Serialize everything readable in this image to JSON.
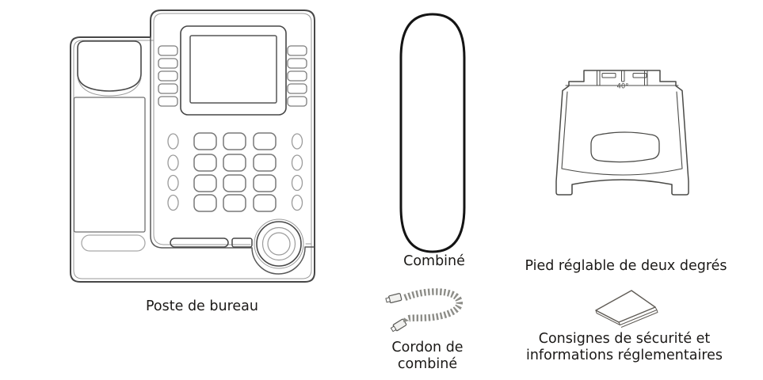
{
  "figure_type": "packaging-contents-illustration",
  "colors": {
    "background": "#ffffff",
    "text": "#1b1917",
    "phone_line_dark": "#3f3f3f",
    "phone_line_light": "#9a9a9a",
    "handset_line": "#141414",
    "stand_line": "#4b4b48",
    "cord_line": "#8d8d88",
    "booklet_line": "#5f5b55"
  },
  "items": {
    "desk_phone": {
      "label": "Poste de bureau"
    },
    "handset": {
      "label": "Combiné"
    },
    "stand": {
      "label": "Pied réglable de deux degrés",
      "angle_marking": "40°"
    },
    "handset_cord": {
      "label": "Cordon de combiné"
    },
    "safety_booklet": {
      "label_line1": "Consignes de sécurité et",
      "label_line2": "informations réglementaires"
    }
  }
}
